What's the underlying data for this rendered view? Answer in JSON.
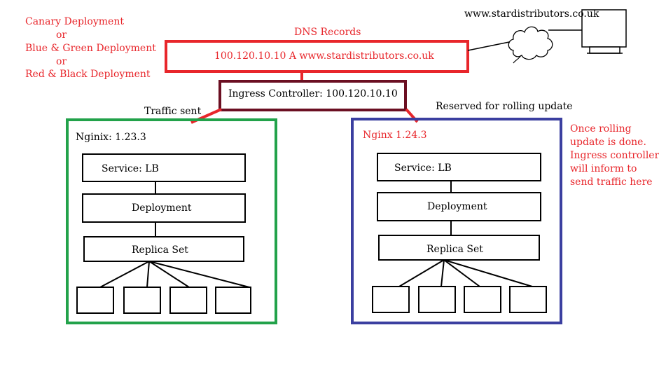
{
  "deployment_strategies": {
    "line1": "Canary Deployment",
    "or1": "or",
    "line2": "Blue & Green Deployment",
    "or2": "or",
    "line3": "Red & Black Deployment"
  },
  "dns": {
    "title": "DNS Records",
    "record": "100.120.10.10 A www.stardistributors.co.uk"
  },
  "website": {
    "url": "www.stardistributors.co.uk"
  },
  "ingress": {
    "label": "Ingress Controller:  100.120.10.10"
  },
  "traffic_label": "Traffic sent",
  "reserved_label": "Reserved for rolling update",
  "green_cluster": {
    "title": "Nginix: 1.23.3",
    "service": "Service: LB",
    "deployment": "Deployment",
    "replica_set": "Replica Set"
  },
  "blue_cluster": {
    "title": "Nginx 1.24.3",
    "service": "Service: LB",
    "deployment": "Deployment",
    "replica_set": "Replica Set"
  },
  "note": {
    "l1": "Once rolling",
    "l2": "update is done.",
    "l3": "Ingress controller",
    "l4": "will inform to",
    "l5": "send traffic here"
  },
  "colors": {
    "red": "#e8262b",
    "dark_red": "#6b0f22",
    "green": "#22a24a",
    "blue": "#3b3fa0",
    "black": "#000000"
  }
}
